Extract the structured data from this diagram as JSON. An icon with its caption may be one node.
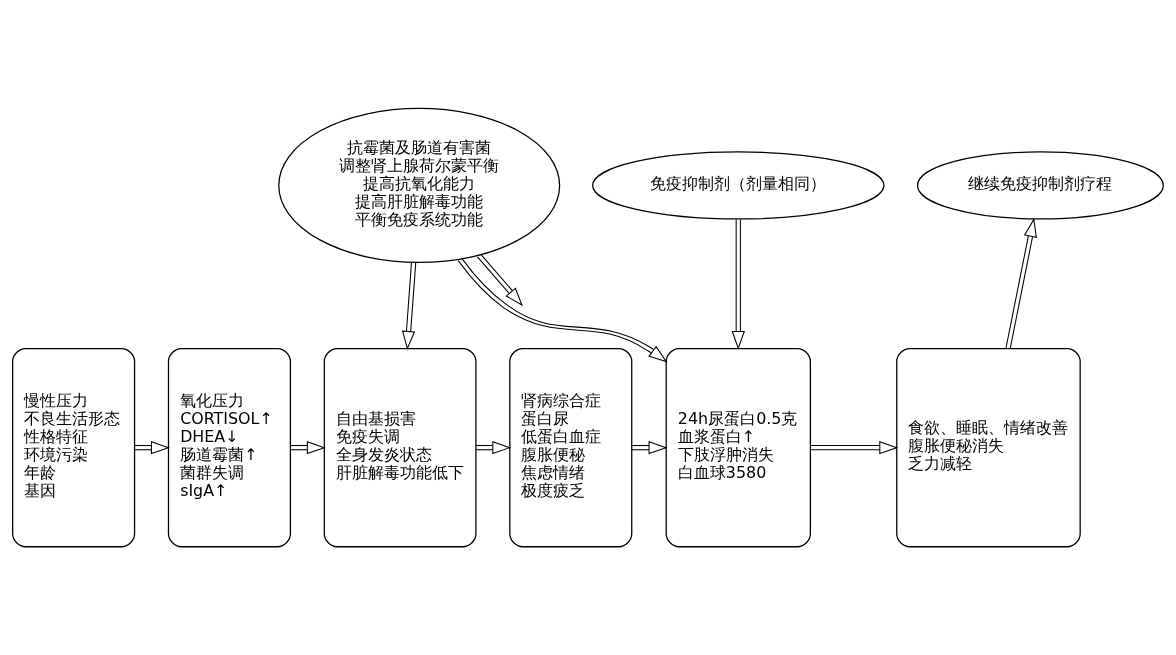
{
  "diagram": {
    "nodes": [
      {
        "text": [
          "抗霉菌及肠道有害菌",
          "调整肾上腺荷尔蒙平衡",
          "提高抗氧化能力",
          "提高肝脏解毒功能",
          "平衡免疫系统功能"
        ]
      },
      {
        "text": [
          "免疫抑制剂（剂量相同）"
        ]
      },
      {
        "text": [
          "继续免疫抑制剂疗程"
        ]
      },
      {
        "text": [
          "慢性压力",
          "不良生活形态",
          "性格特征",
          "环境污染",
          "年龄",
          "基因"
        ]
      },
      {
        "text": [
          "氧化压力",
          "CORTISOL↑",
          "DHEA↓",
          "肠道霉菌↑",
          "菌群失调",
          "sIgA↑"
        ]
      },
      {
        "text": [
          "自由基损害",
          "免疫失调",
          "全身发炎状态",
          "肝脏解毒功能低下"
        ]
      },
      {
        "text": [
          "肾病综合症",
          "蛋白尿",
          "低蛋白血症",
          "腹胀便秘",
          "焦虑情绪",
          "极度疲乏"
        ]
      },
      {
        "text": [
          "24h尿蛋白0.5克",
          "血浆蛋白↑",
          "下肢浮肿消失",
          "白血球3580"
        ]
      },
      {
        "text": [
          "食欲、睡眠、情绪改善",
          "腹胀便秘消失",
          "乏力减轻"
        ]
      }
    ],
    "edges": [
      {
        "from": 3,
        "to": 4,
        "arrow": "to"
      },
      {
        "from": 4,
        "to": 5,
        "arrow": "to"
      },
      {
        "from": 5,
        "to": 6,
        "arrow": "to"
      },
      {
        "from": 6,
        "to": 7,
        "arrow": "to"
      },
      {
        "from": 7,
        "to": 8,
        "arrow": "to"
      },
      {
        "from": 0,
        "to": 5,
        "arrow": "to"
      },
      {
        "from": 0,
        "to": null,
        "arrow": "to"
      },
      {
        "from": 0,
        "to": 7,
        "arrow": "to"
      },
      {
        "from": 1,
        "to": 7,
        "arrow": "to"
      },
      {
        "from": 8,
        "to": 2,
        "arrow": "to"
      }
    ]
  }
}
